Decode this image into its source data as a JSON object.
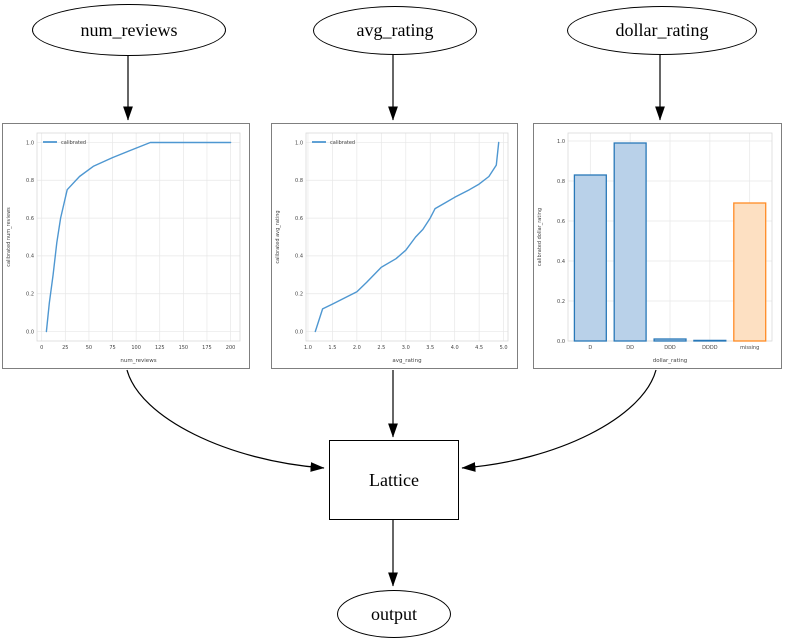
{
  "diagram": {
    "nodes": {
      "num_reviews": {
        "label": "num_reviews"
      },
      "avg_rating": {
        "label": "avg_rating"
      },
      "dollar_rating": {
        "label": "dollar_rating"
      },
      "lattice": {
        "label": "Lattice"
      },
      "output": {
        "label": "output"
      }
    }
  },
  "colors": {
    "line_blue": "#4e97d1",
    "bar_blue_fill": "#b9d1e9",
    "bar_blue_edge": "#2878b8",
    "bar_orange_fill": "#fde0c2",
    "bar_orange_edge": "#ff8c26",
    "grid": "#e7e7e7",
    "spine": "#d9d9d9",
    "tick_text": "#444444",
    "edge_black": "#000000"
  },
  "chart_data": [
    {
      "type": "line",
      "title": "",
      "xlabel": "num_reviews",
      "ylabel": "calibrated num_reviews",
      "legend": [
        "calibrated"
      ],
      "legend_position": "upper left",
      "grid": true,
      "xlim": [
        -5,
        210
      ],
      "ylim": [
        -0.05,
        1.05
      ],
      "xticks": [
        0,
        25,
        50,
        75,
        100,
        125,
        150,
        175,
        200
      ],
      "xtick_labels": [
        "0",
        "25",
        "50",
        "75",
        "100",
        "125",
        "150",
        "175",
        "200"
      ],
      "yticks": [
        0.0,
        0.2,
        0.4,
        0.6,
        0.8,
        1.0
      ],
      "ytick_labels": [
        "0.0",
        "0.2",
        "0.4",
        "0.6",
        "0.8",
        "1.0"
      ],
      "x": [
        5,
        8,
        12,
        16,
        20,
        27,
        40,
        55,
        75,
        95,
        115,
        200
      ],
      "y": [
        0.0,
        0.15,
        0.3,
        0.47,
        0.6,
        0.75,
        0.82,
        0.875,
        0.92,
        0.96,
        1.0,
        1.0
      ]
    },
    {
      "type": "line",
      "title": "",
      "xlabel": "avg_rating",
      "ylabel": "calibrated avg_rating",
      "legend": [
        "calibrated"
      ],
      "legend_position": "upper left",
      "grid": true,
      "xlim": [
        0.96,
        5.09
      ],
      "ylim": [
        -0.05,
        1.05
      ],
      "xticks": [
        1.0,
        1.5,
        2.0,
        2.5,
        3.0,
        3.5,
        4.0,
        4.5,
        5.0
      ],
      "xtick_labels": [
        "1.0",
        "1.5",
        "2.0",
        "2.5",
        "3.0",
        "3.5",
        "4.0",
        "4.5",
        "5.0"
      ],
      "yticks": [
        0.0,
        0.2,
        0.4,
        0.6,
        0.8,
        1.0
      ],
      "ytick_labels": [
        "0.0",
        "0.2",
        "0.4",
        "0.6",
        "0.8",
        "1.0"
      ],
      "x": [
        1.15,
        1.3,
        1.5,
        2.0,
        2.2,
        2.5,
        2.8,
        3.0,
        3.2,
        3.35,
        3.5,
        3.6,
        3.8,
        4.0,
        4.3,
        4.5,
        4.7,
        4.85,
        4.9
      ],
      "y": [
        0.0,
        0.12,
        0.145,
        0.21,
        0.26,
        0.34,
        0.385,
        0.43,
        0.5,
        0.54,
        0.6,
        0.65,
        0.68,
        0.71,
        0.75,
        0.78,
        0.82,
        0.88,
        1.0
      ]
    },
    {
      "type": "bar",
      "title": "",
      "xlabel": "dollar_rating",
      "ylabel": "calibrated dollar_rating",
      "grid": true,
      "ylim": [
        0,
        1.04
      ],
      "yticks": [
        0.0,
        0.2,
        0.4,
        0.6,
        0.8,
        1.0
      ],
      "ytick_labels": [
        "0.0",
        "0.2",
        "0.4",
        "0.6",
        "0.8",
        "1.0"
      ],
      "categories": [
        "D",
        "DD",
        "DDD",
        "DDDD",
        "missing"
      ],
      "values": [
        0.83,
        0.99,
        0.01,
        0.003,
        0.69
      ],
      "bar_colors": [
        "blue",
        "blue",
        "blue",
        "blue",
        "orange"
      ]
    }
  ]
}
